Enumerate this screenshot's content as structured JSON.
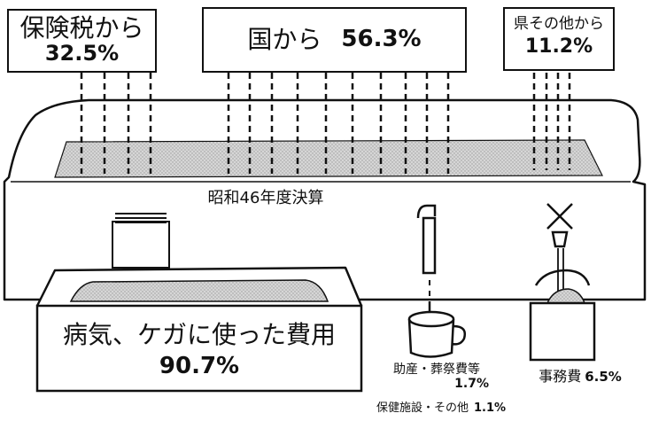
{
  "sources": {
    "insurance": {
      "label": "保険税から",
      "percent": "32.5%"
    },
    "state": {
      "label": "国から",
      "percent": "56.3%"
    },
    "prefecture_other": {
      "label": "県その他から",
      "percent": "11.2%"
    }
  },
  "budget_title": "昭和46年度決算",
  "expenditures": {
    "medical": {
      "label": "病気、ケガに使った費用",
      "percent": "90.7%"
    },
    "birth_funeral": {
      "label": "助産・葬祭費等",
      "percent": "1.7%"
    },
    "facilities": {
      "label": "保健施設・その他",
      "percent": "1.1%"
    },
    "administration": {
      "label": "事務費",
      "percent": "6.5%"
    }
  }
}
